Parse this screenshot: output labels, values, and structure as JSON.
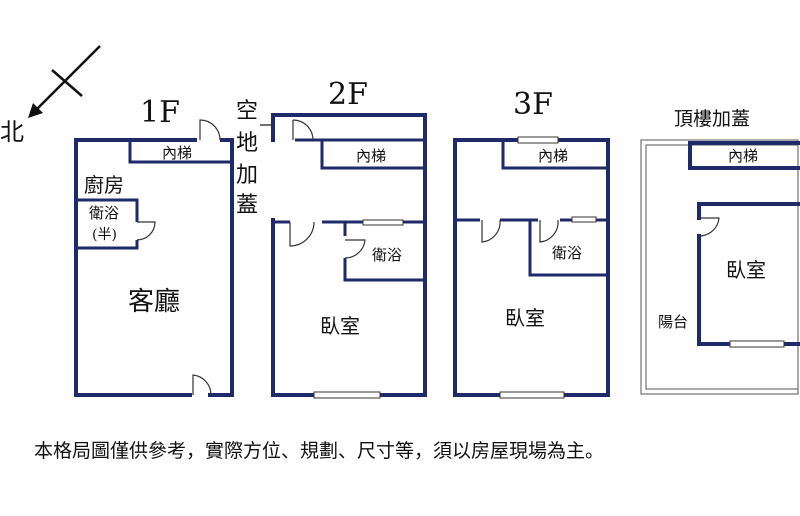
{
  "compass": {
    "north_label": "北"
  },
  "floors": [
    {
      "title": "1F",
      "stair_label": "內梯",
      "rooms": {
        "kitchen": "廚房",
        "bath": "衛浴",
        "bath_note": "(半)",
        "living": "客廳"
      }
    },
    {
      "title": "2F",
      "stair_label": "內梯",
      "side_note": [
        "空",
        "地",
        "加",
        "蓋"
      ],
      "rooms": {
        "bath": "衛浴",
        "bedroom": "臥室"
      }
    },
    {
      "title": "3F",
      "stair_label": "內梯",
      "rooms": {
        "bath": "衛浴",
        "bedroom": "臥室"
      }
    },
    {
      "title": "頂樓加蓋",
      "stair_label": "內梯",
      "rooms": {
        "bedroom": "臥室",
        "balcony": "陽台"
      }
    }
  ],
  "disclaimer": "本格局圖僅供參考，實際方位、規劃、尺寸等，須以房屋現場為主。"
}
